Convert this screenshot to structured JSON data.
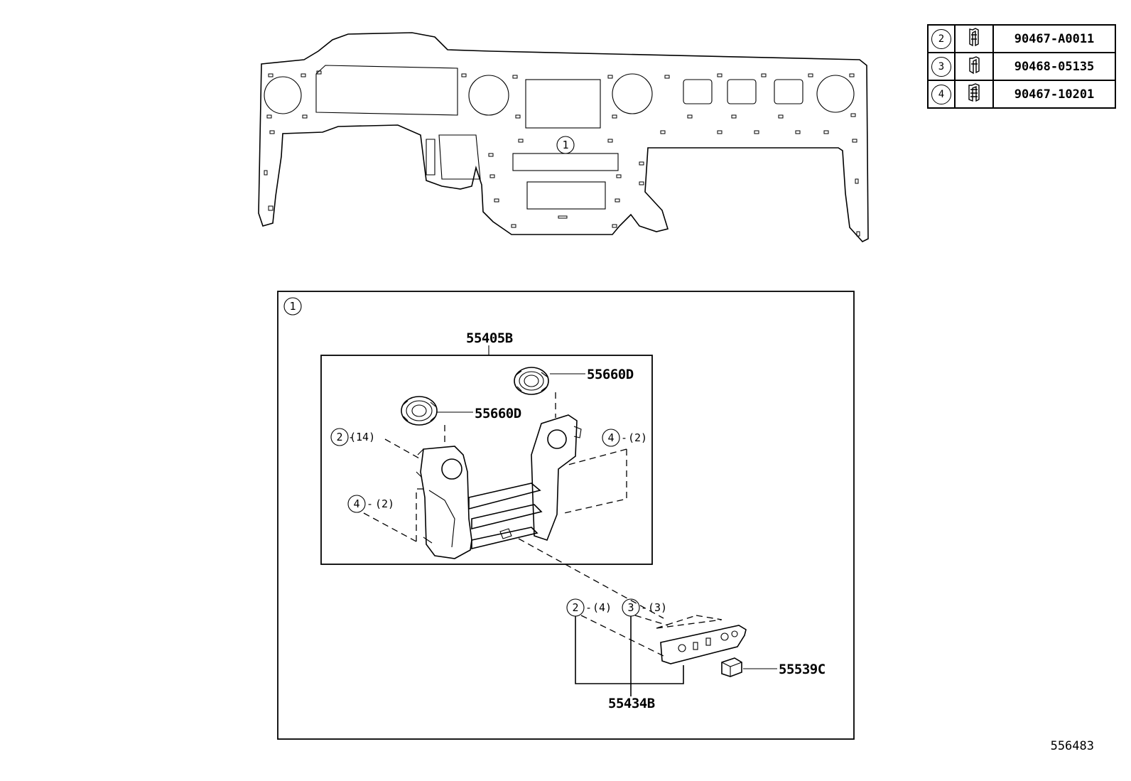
{
  "legend": [
    {
      "ref": "2",
      "icon": "clip-icon",
      "part_no": "90467-A0011"
    },
    {
      "ref": "3",
      "icon": "clip-icon",
      "part_no": "90468-05135"
    },
    {
      "ref": "4",
      "icon": "clip-icon",
      "part_no": "90467-10201"
    }
  ],
  "dash_callout": "1",
  "detail_box_ref": "1",
  "parts": {
    "assembly": "55405B",
    "vent_upper": "55660D",
    "vent_lower": "55660D",
    "switch_base": "55434B",
    "switch_cap": "55539C"
  },
  "clip_refs": {
    "left_upper": {
      "ref": "2",
      "qty": "(14)"
    },
    "left_lower": {
      "ref": "4",
      "qty": "(2)"
    },
    "right": {
      "ref": "4",
      "qty": "(2)"
    },
    "base_a": {
      "ref": "2",
      "qty": "(4)"
    },
    "base_b": {
      "ref": "3",
      "qty": "(3)"
    }
  },
  "diagram_number": "556483"
}
